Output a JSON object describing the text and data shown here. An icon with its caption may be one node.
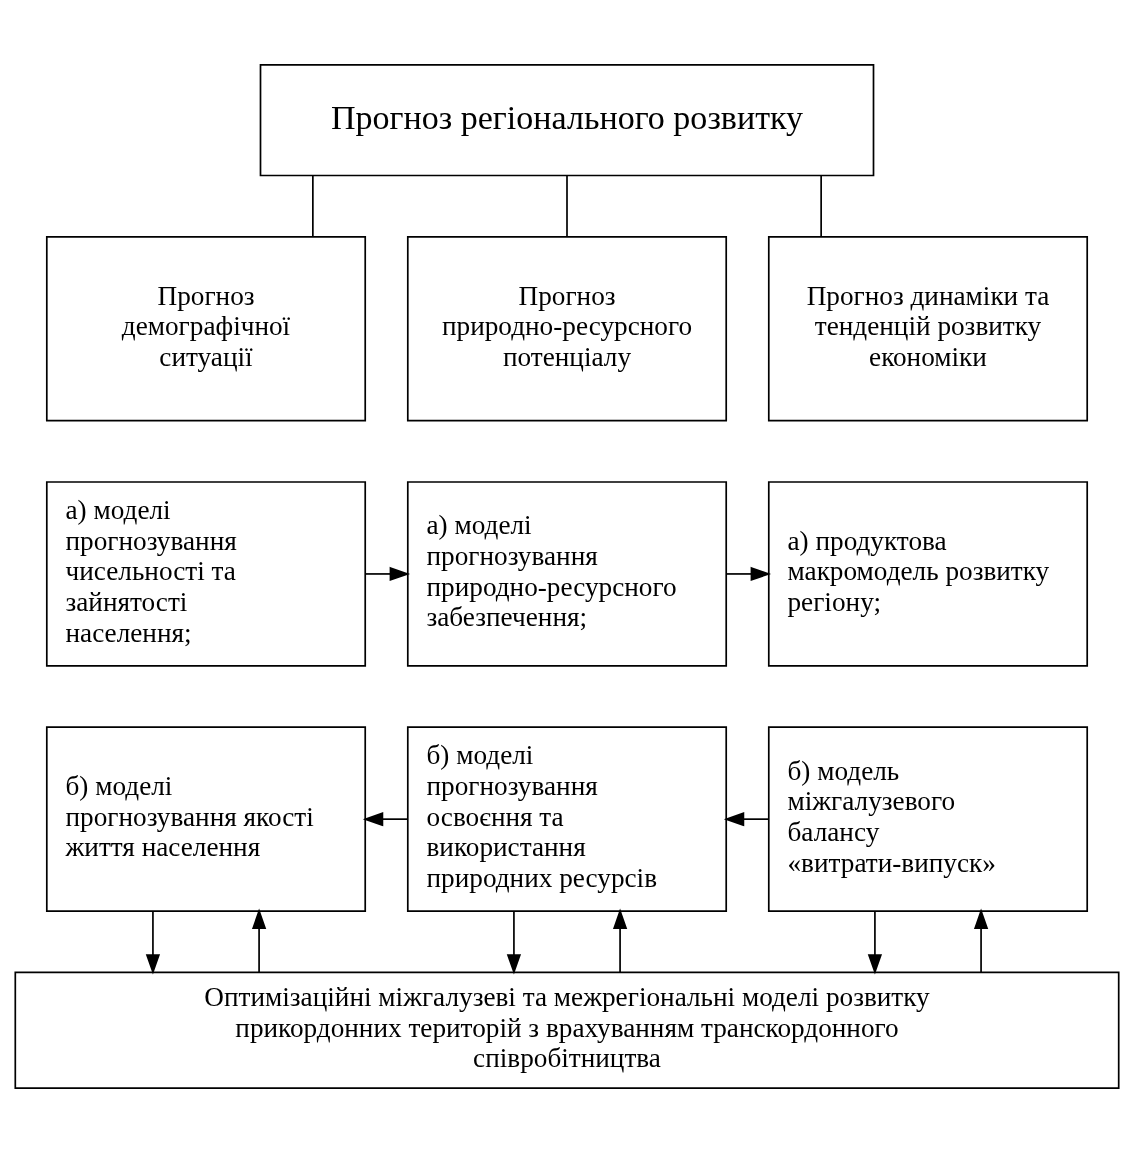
{
  "diagram": {
    "nodes": [
      {
        "text": [
          "Прогноз регіонального розвитку"
        ]
      },
      {
        "text": [
          "Прогноз демографічної ситуації"
        ]
      },
      {
        "text": [
          "Прогноз природно-ресурсного потенціалу"
        ]
      },
      {
        "text": [
          "Прогноз динаміки та тенденцій розвитку економіки"
        ]
      },
      {
        "text": [
          "а) моделі прогнозування чисельності та зайнятості населення;"
        ]
      },
      {
        "text": [
          "а) моделі прогнозування природно-ресурсного забезпечення;"
        ]
      },
      {
        "text": [
          "а) продуктова макромодель розвитку регіону;"
        ]
      },
      {
        "text": [
          "б) моделі прогнозування якості життя населення"
        ]
      },
      {
        "text": [
          "б) моделі прогнозування освоєння та використання природних ресурсів"
        ]
      },
      {
        "text": [
          "б) модель міжгалузевого балансу «витрати-випуск»"
        ]
      },
      {
        "text": [
          "Оптимізаційні міжгалузеві та межрегіональні моделі розвитку прикордонних територій з врахуванням транскордонного співробітництва"
        ]
      }
    ],
    "edges": [
      {
        "from": 0,
        "to": 1,
        "arrow": "none"
      },
      {
        "from": 0,
        "to": 2,
        "arrow": "none"
      },
      {
        "from": 0,
        "to": 3,
        "arrow": "none"
      },
      {
        "from": 4,
        "to": 5,
        "arrow": "to"
      },
      {
        "from": 5,
        "to": 6,
        "arrow": "to"
      },
      {
        "from": 9,
        "to": 8,
        "arrow": "to"
      },
      {
        "from": 8,
        "to": 7,
        "arrow": "to"
      },
      {
        "from": 7,
        "to": 10,
        "arrow": "to"
      },
      {
        "from": 10,
        "to": 7,
        "arrow": "to"
      },
      {
        "from": 8,
        "to": 10,
        "arrow": "to"
      },
      {
        "from": 10,
        "to": 8,
        "arrow": "to"
      },
      {
        "from": 9,
        "to": 10,
        "arrow": "to"
      },
      {
        "from": 10,
        "to": 9,
        "arrow": "to"
      }
    ]
  }
}
